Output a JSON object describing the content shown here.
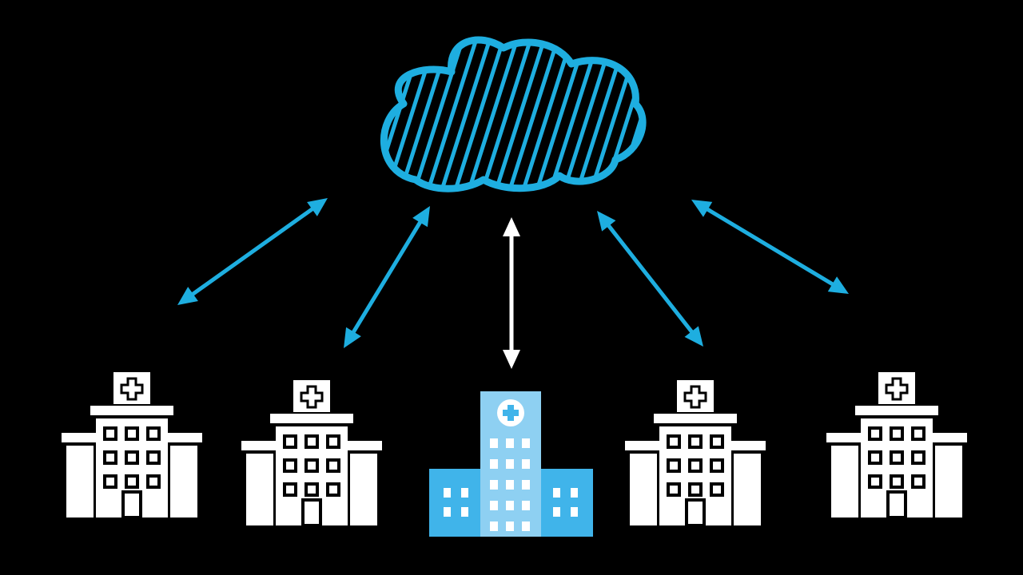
{
  "diagram": {
    "background_color": "#000000",
    "cloud": {
      "icon": "cloud-icon",
      "stroke_color": "#1eaee0",
      "fill_style": "hatched"
    },
    "connections": [
      {
        "name": "link-hospital-1",
        "color": "#1eaee0",
        "bidirectional": true
      },
      {
        "name": "link-hospital-2",
        "color": "#1eaee0",
        "bidirectional": true
      },
      {
        "name": "link-hospital-center",
        "color": "#ffffff",
        "bidirectional": true
      },
      {
        "name": "link-hospital-4",
        "color": "#1eaee0",
        "bidirectional": true
      },
      {
        "name": "link-hospital-5",
        "color": "#1eaee0",
        "bidirectional": true
      }
    ],
    "hospitals": [
      {
        "name": "hospital-1",
        "icon": "hospital-building-icon",
        "color": "#ffffff",
        "highlighted": false
      },
      {
        "name": "hospital-2",
        "icon": "hospital-building-icon",
        "color": "#ffffff",
        "highlighted": false
      },
      {
        "name": "hospital-center",
        "icon": "hospital-tower-icon",
        "color": "#40b4ea",
        "accent_color": "#8ed0f2",
        "highlighted": true
      },
      {
        "name": "hospital-4",
        "icon": "hospital-building-icon",
        "color": "#ffffff",
        "highlighted": false
      },
      {
        "name": "hospital-5",
        "icon": "hospital-building-icon",
        "color": "#ffffff",
        "highlighted": false
      }
    ]
  }
}
